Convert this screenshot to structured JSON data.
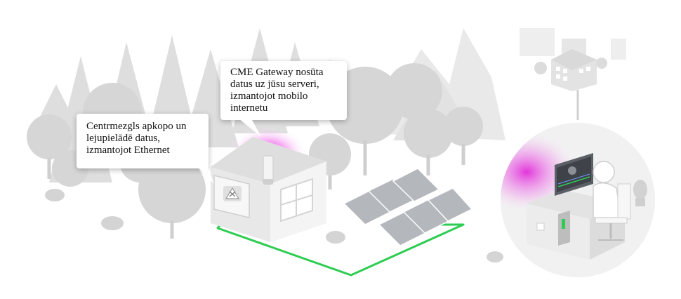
{
  "callouts": {
    "hub": {
      "lines": [
        "Centrmezgls apkopo un",
        "lejupielādē datus,",
        "izmantojot Ethernet"
      ]
    },
    "gateway": {
      "lines": [
        "CME Gateway nosūta",
        "datus uz jūsu serveri,",
        "izmantojot mobilo",
        "internetu"
      ]
    }
  },
  "colors": {
    "connection_line": "#2ecc52",
    "glow": "#e020d8",
    "tree": "#d9d9d9",
    "building_wall": "#ececec",
    "building_roof": "#dedede",
    "solar_panel": "#b0b3b8"
  },
  "icons": {
    "hub_box": "warning-tools-icon"
  }
}
